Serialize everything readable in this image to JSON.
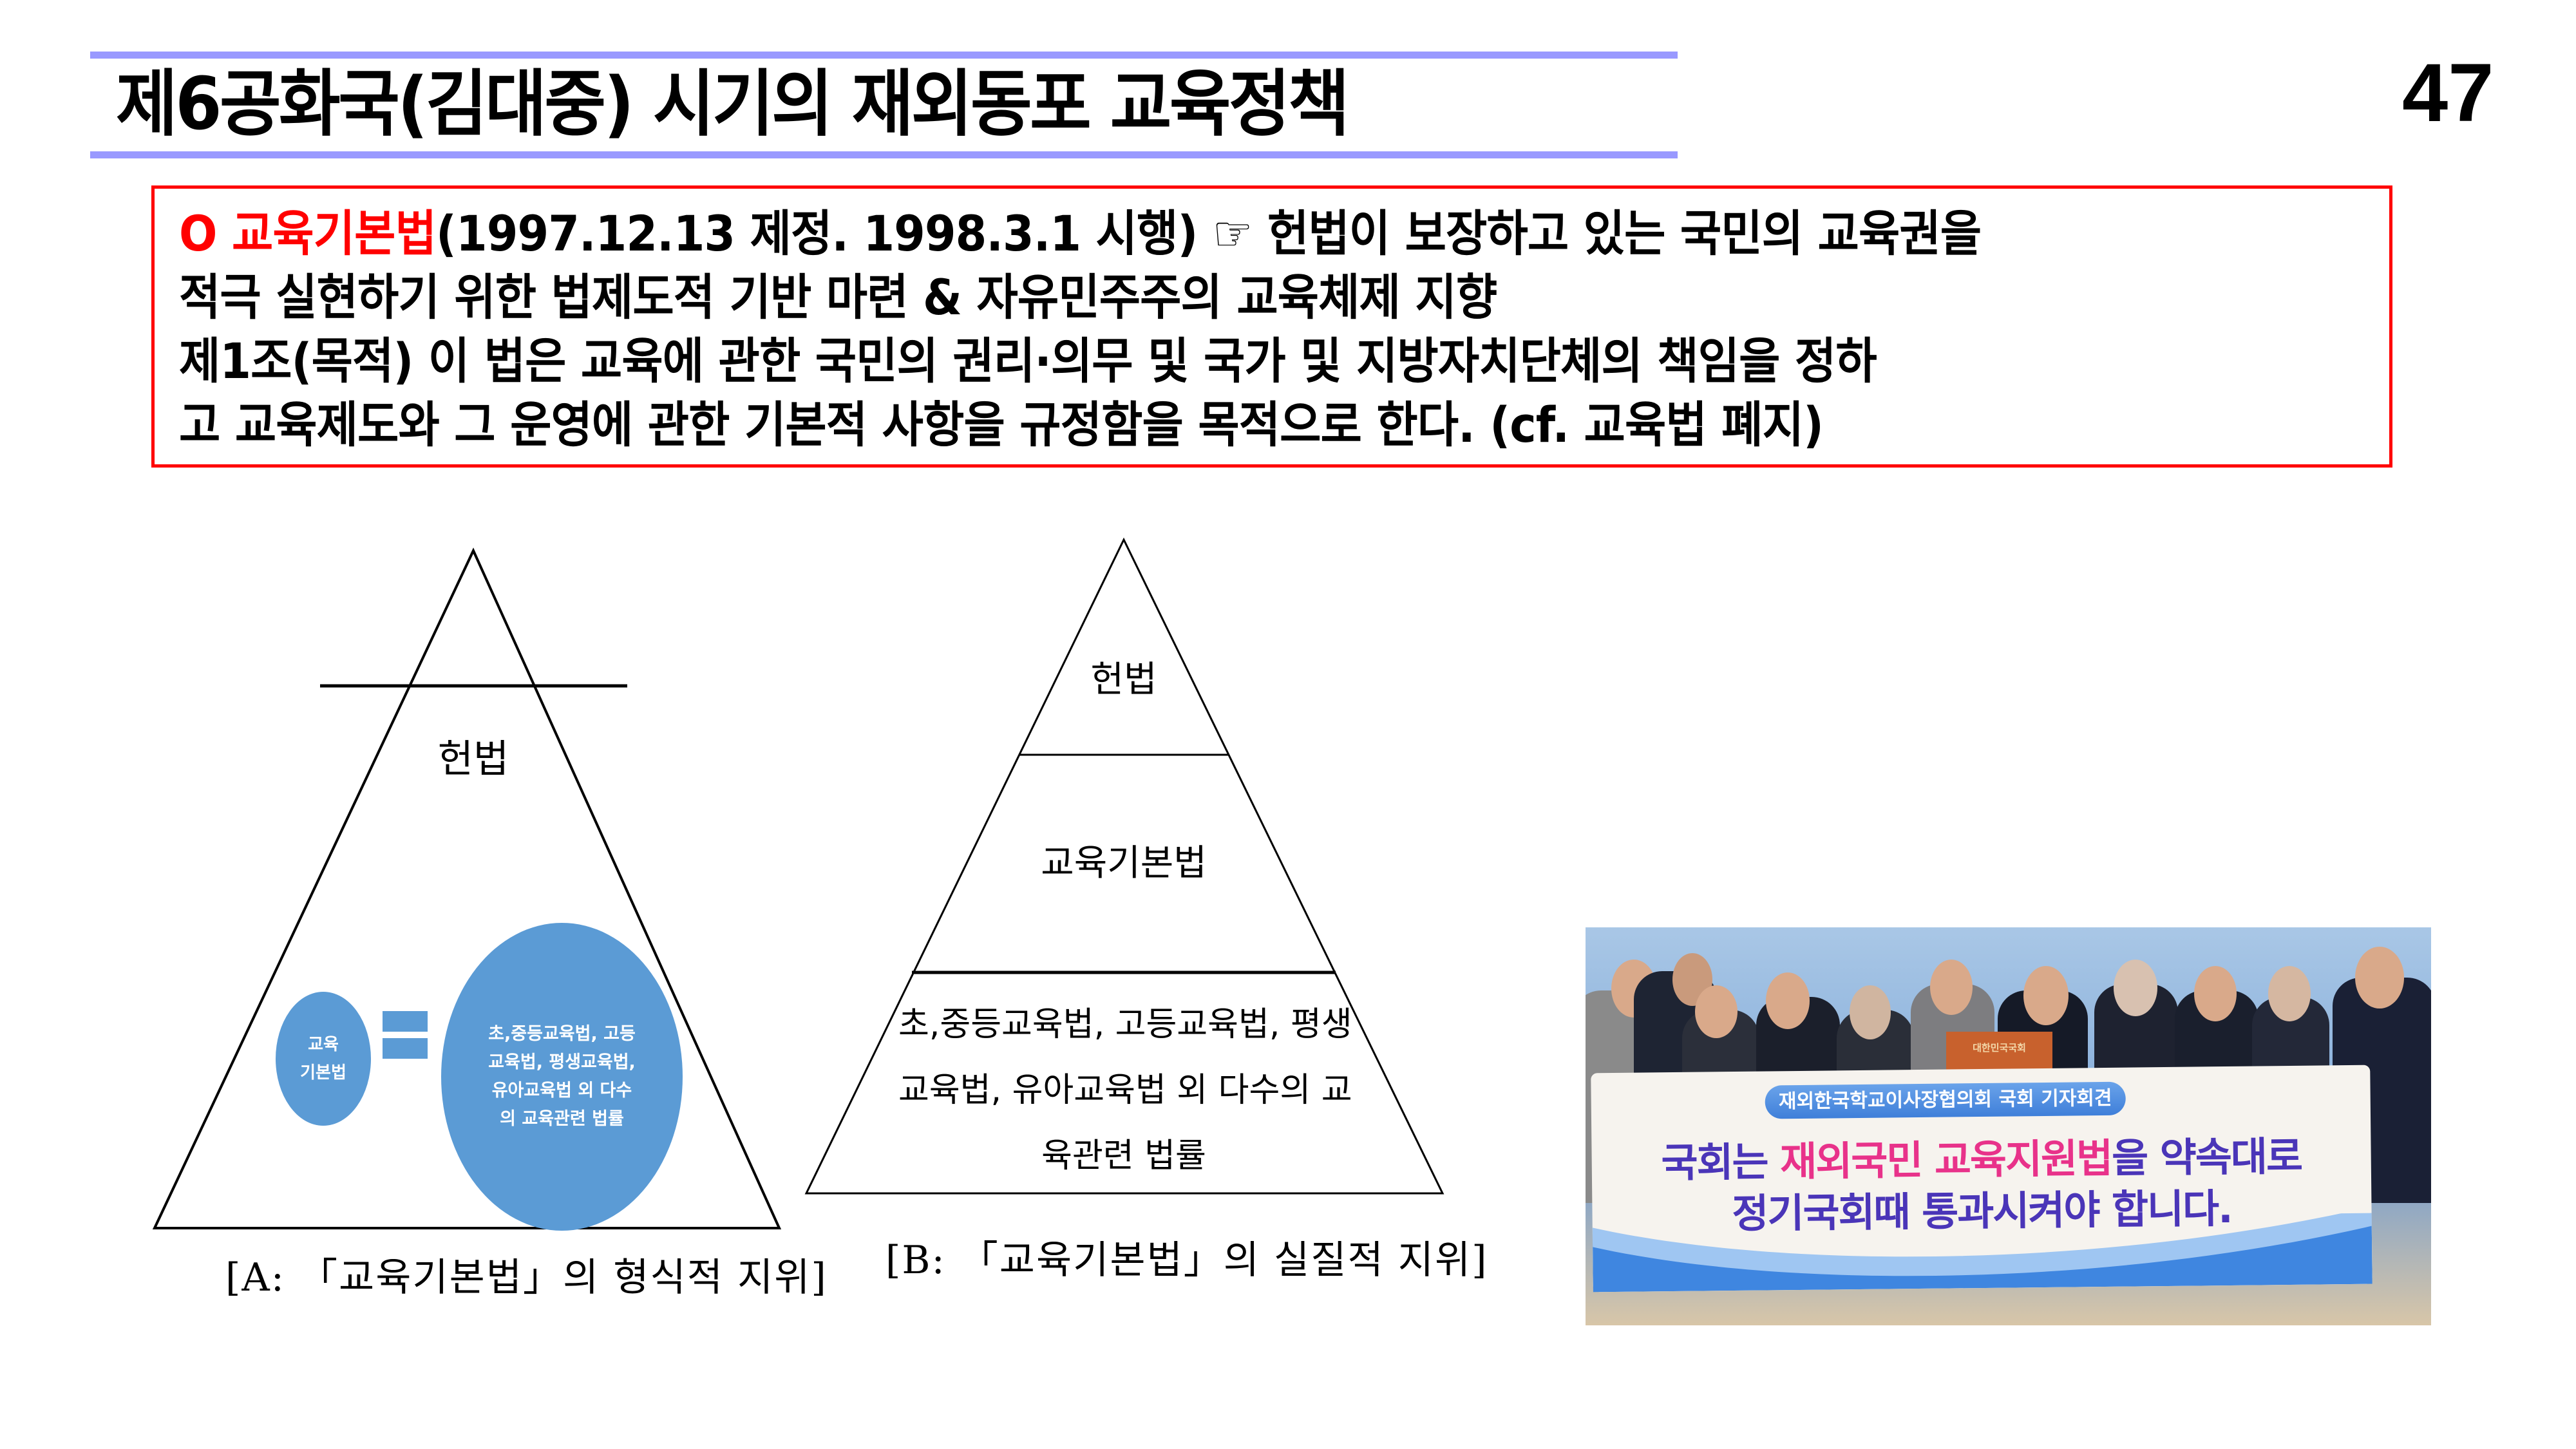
{
  "slide": {
    "title": "제6공화국(김대중) 시기의 재외동포 교육정책",
    "page_number": "47",
    "colors": {
      "title_rule": "#9999ff",
      "box_border": "#ff0000",
      "highlight": "#ff0000",
      "circle_fill": "#5b9bd5"
    }
  },
  "info_box": {
    "line1_bullet": "O ",
    "line1_highlight": "교육기본법",
    "line1_rest": "(1997.12.13 제정. 1998.3.1 시행) ☞ 헌법이 보장하고 있는 국민의 교육권을",
    "line2": "적극 실현하기 위한 법제도적 기반 마련 & 자유민주주의 교육체제 지향",
    "line3": "제1조(목적) 이 법은 교육에 관한 국민의 권리·의무 및 국가 및 지방자치단체의 책임을 정하",
    "line4": "고 교육제도와 그 운영에 관한 기본적 사항을 규정함을 목적으로 한다. (cf. 교육법 폐지)"
  },
  "diagram_a": {
    "top_label": "헌법",
    "small_circle_line1": "교육",
    "small_circle_line2": "기본법",
    "equals_icon": "equals-sign",
    "large_circle_line1": "초,중등교육법, 고등",
    "large_circle_line2": "교육법, 평생교육법,",
    "large_circle_line3": "유아교육법 외 다수",
    "large_circle_line4": "의 교육관련 법률",
    "caption": "[A: 「교육기본법」의 형식적 지위]"
  },
  "diagram_b": {
    "tier1": "헌법",
    "tier2": "교육기본법",
    "tier3_line1": "초,중등교육법, 고등교육법, 평생",
    "tier3_line2": "교육법, 유아교육법 외 다수의 교",
    "tier3_line3": "육관련 법률",
    "caption": "[B: 「교육기본법」의 실질적 지위]"
  },
  "photo": {
    "podium_sign": "대한민국국회",
    "banner_header": "재외한국학교이사장협의회 국회 기자회견",
    "banner_line1_a": "국회는 ",
    "banner_line1_highlight": "재외국민 교육지원법",
    "banner_line1_b": "을 약속대로",
    "banner_line2": "정기국회때 통과시켜야 합니다."
  }
}
